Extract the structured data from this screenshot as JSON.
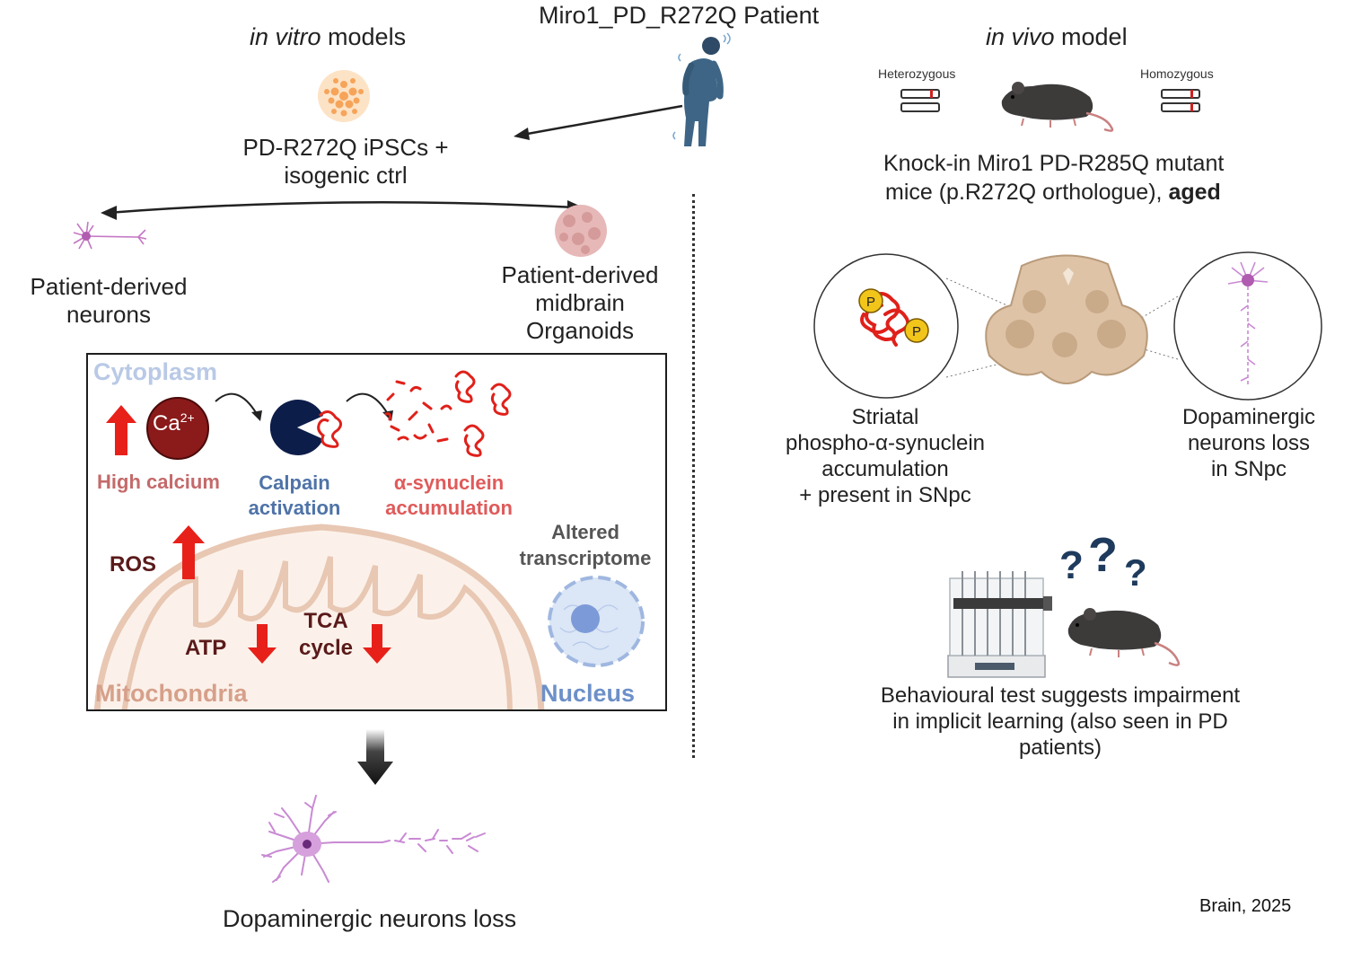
{
  "header": {
    "patient_title": "Miro1_PD_R272Q Patient",
    "in_vitro_italic": "in vitro",
    "in_vitro_rest": " models",
    "in_vivo_italic": "in vivo",
    "in_vivo_rest": " model"
  },
  "in_vitro": {
    "ipsc_label_line1": "PD-R272Q iPSCs +",
    "ipsc_label_line2": "isogenic ctrl",
    "neurons_label_line1": "Patient-derived",
    "neurons_label_line2": "neurons",
    "organoids_label_line1": "Patient-derived",
    "organoids_label_line2": "midbrain",
    "organoids_label_line3": "Organoids"
  },
  "cell_box": {
    "cytoplasm": "Cytoplasm",
    "calcium_ion": "Ca",
    "calcium_charge": "2+",
    "high_calcium": "High calcium",
    "calpain_line1": "Calpain",
    "calpain_line2": "activation",
    "synuclein_line1": "α-synuclein",
    "synuclein_line2": "accumulation",
    "altered_line1": "Altered",
    "altered_line2": "transcriptome",
    "ros": "ROS",
    "tca_line1": "TCA",
    "tca_line2": "cycle",
    "atp": "ATP",
    "mitochondria": "Mitochondria",
    "nucleus": "Nucleus"
  },
  "outcome": {
    "da_loss": "Dopaminergic neurons loss"
  },
  "in_vivo": {
    "heterozygous": "Heterozygous",
    "homozygous": "Homozygous",
    "knockin_line1": "Knock-in Miro1 PD-R285Q mutant",
    "knockin_line2_plain": "mice (p.R272Q orthologue), ",
    "knockin_line2_bold": "aged",
    "phospho_marker": "P",
    "striatal_line1": "Striatal",
    "striatal_line2": "phospho-α-synuclein",
    "striatal_line3": "accumulation",
    "striatal_line4": "+ present in SNpc",
    "da_line1": "Dopaminergic",
    "da_line2": "neurons loss",
    "da_line3": "in SNpc",
    "behaviour_line1": "Behavioural test suggests impairment",
    "behaviour_line2": "in implicit learning (also seen in PD",
    "behaviour_line3": "patients)"
  },
  "citation": "Brain, 2025",
  "colors": {
    "red_arrow": "#e8201a",
    "dark_red": "#8b1a1a",
    "navy": "#0d1d4a",
    "cytoplasm_text": "#b9c9e6",
    "calpain_text": "#4f73a8",
    "synuclein_text": "#e05a5a",
    "high_calcium_text": "#c46a6a",
    "mito_text": "#d6a08a",
    "nucleus_text": "#6c90c8",
    "mito_fill": "#fbf1ea",
    "mito_stroke": "#e8c7b3"
  }
}
